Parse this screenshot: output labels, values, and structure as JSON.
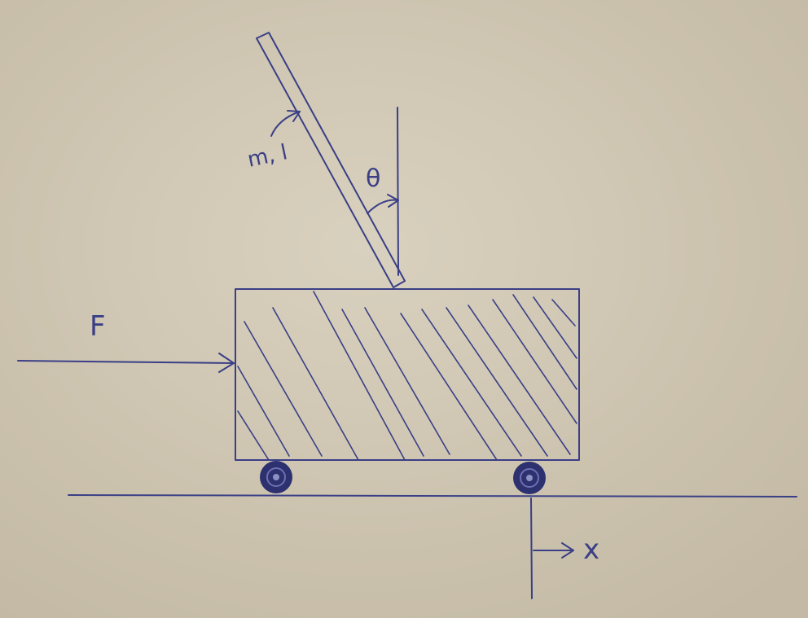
{
  "diagram": {
    "force_label": "F",
    "pendulum_label": "m, l",
    "angle_label": "θ",
    "axis_label": "x",
    "ink_color": "#3a3f86",
    "paper_color": "#cfc6b3"
  }
}
